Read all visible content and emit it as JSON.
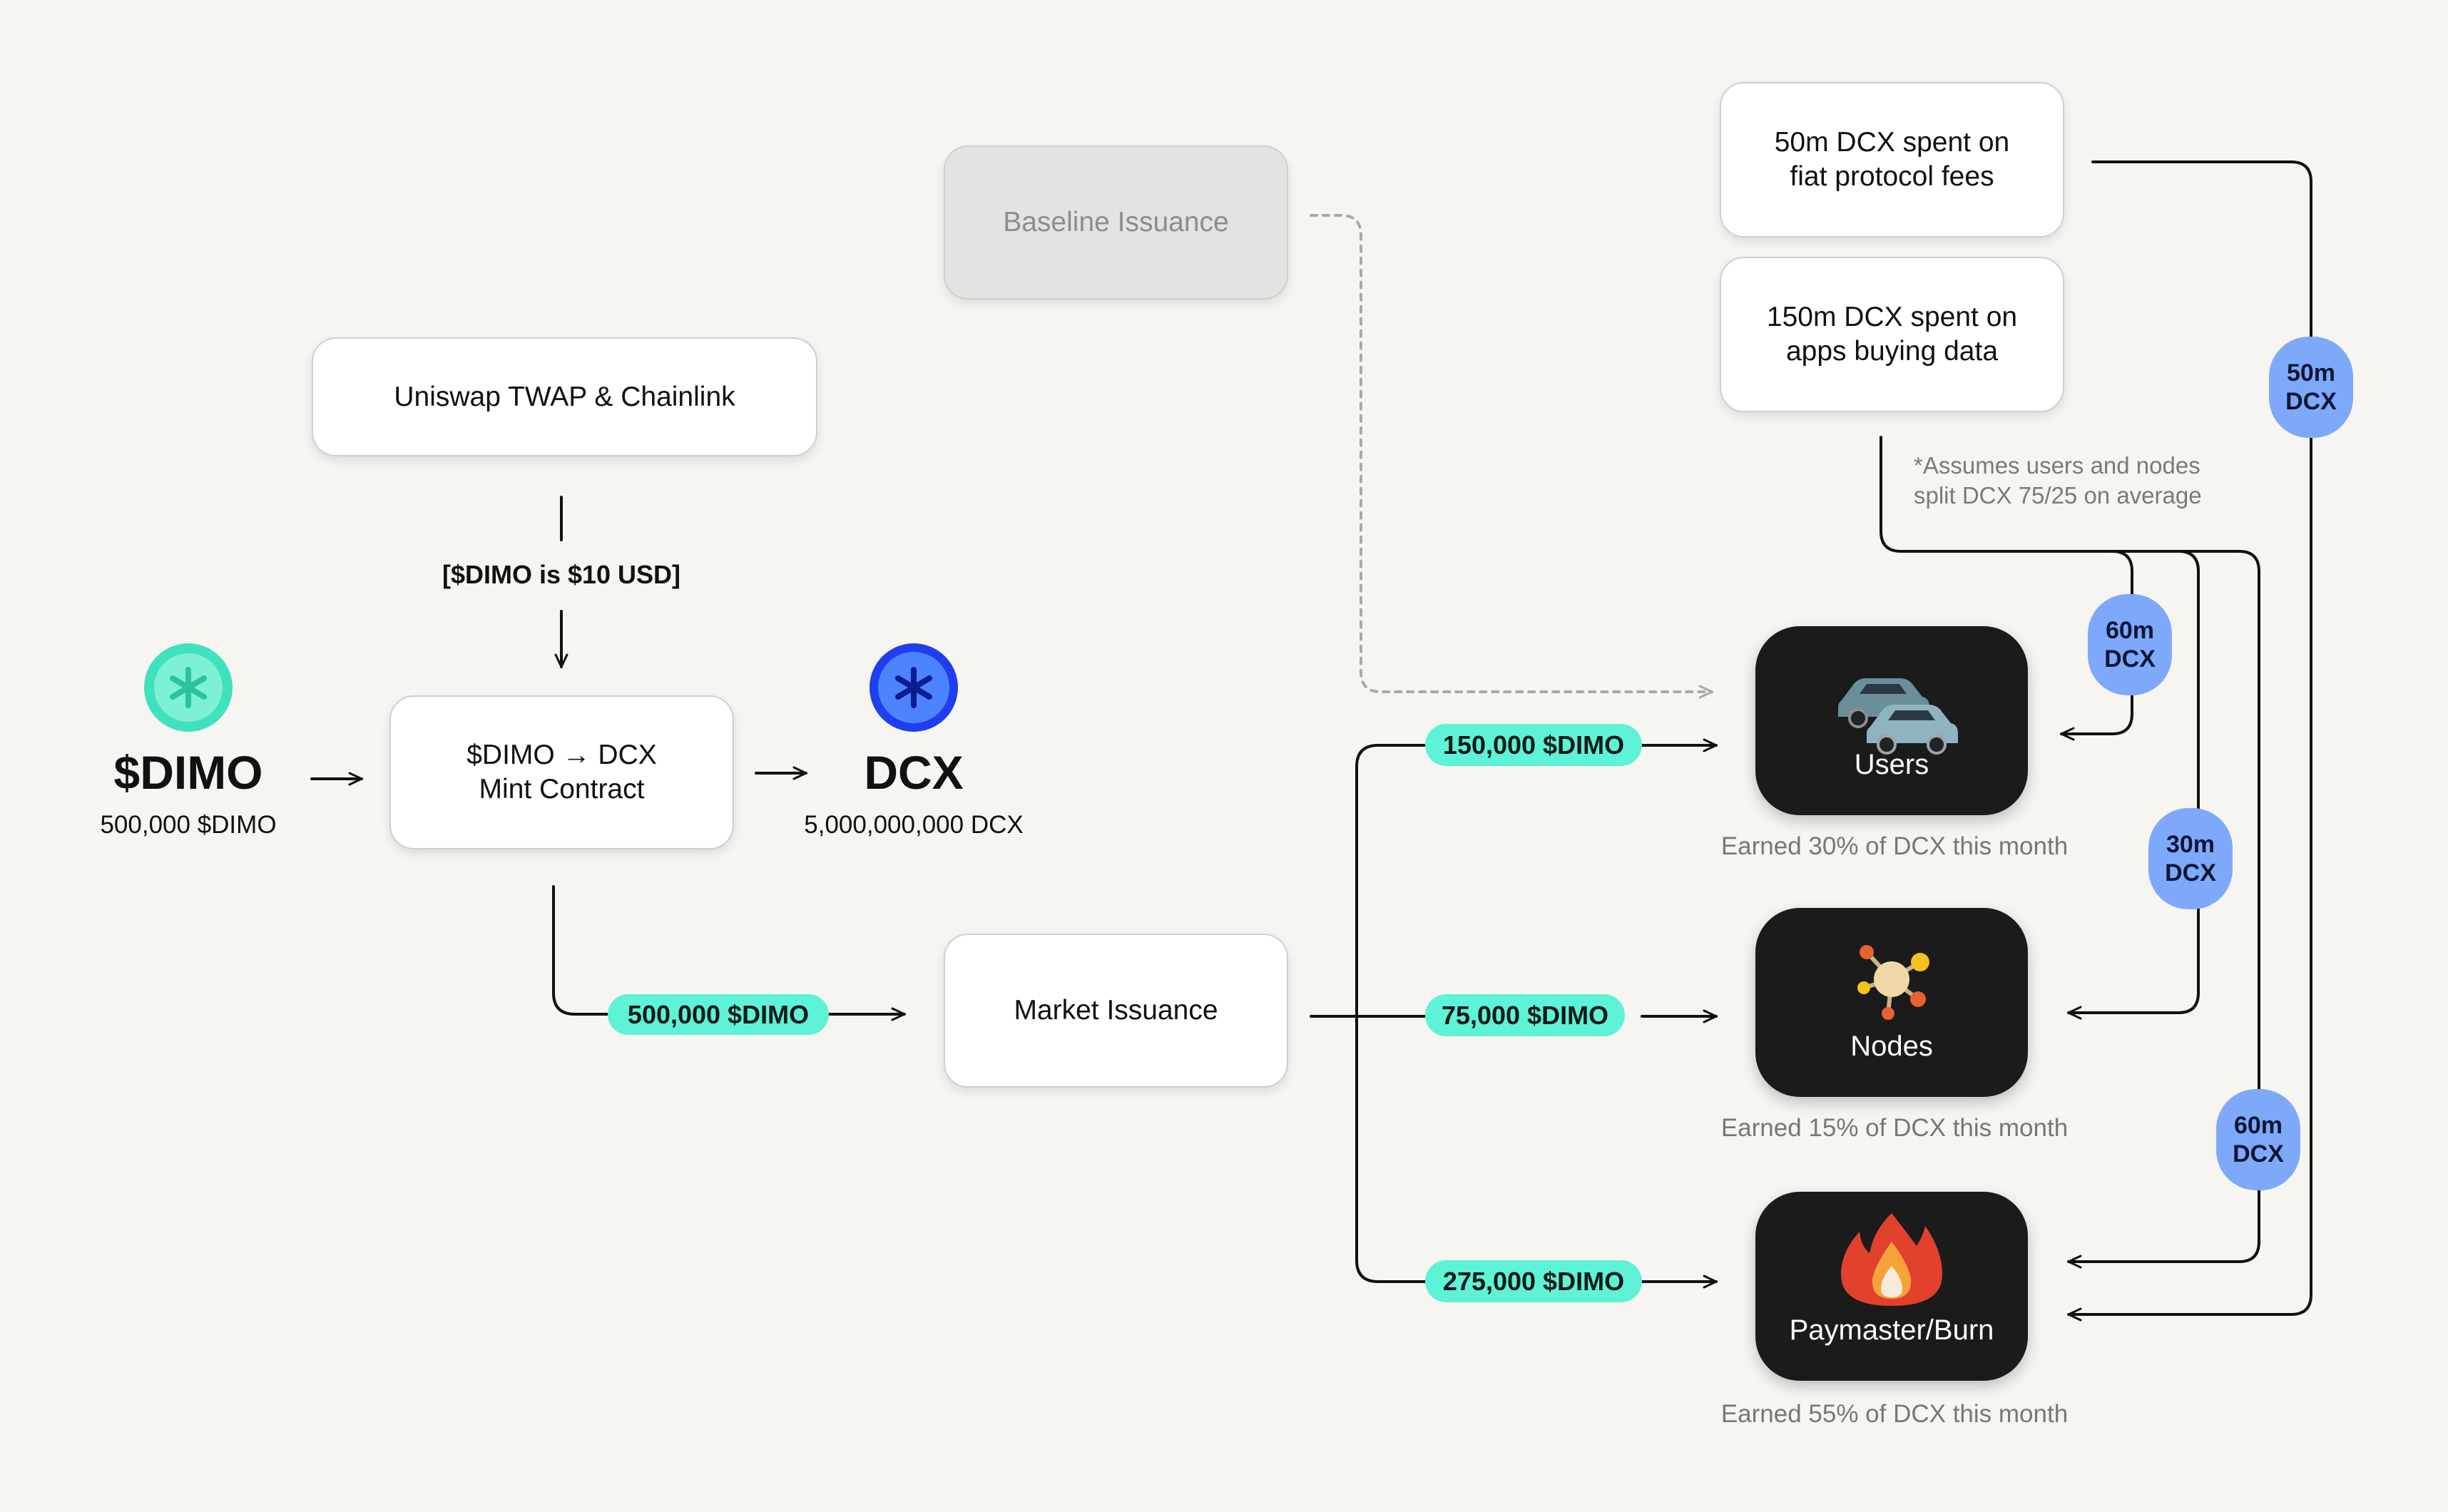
{
  "colors": {
    "background": "#f7f5f2",
    "pill_green": "#5ef2d6",
    "pill_blue": "#7ea9fb",
    "dimo_coin": "#3fe2bd",
    "dcx_coin": "#1d3ff0",
    "dark_card": "#1b1b1b"
  },
  "tokens": {
    "dimo": {
      "name": "$DIMO",
      "amount": "500,000 $DIMO",
      "icon": "dimo-coin-icon"
    },
    "dcx": {
      "name": "DCX",
      "amount": "5,000,000,000 DCX",
      "icon": "dcx-coin-icon"
    }
  },
  "oracle": {
    "label": "Uniswap TWAP & Chainlink"
  },
  "price_note": "[$DIMO is $10 USD]",
  "mint": {
    "label": "$DIMO → DCX\nMint Contract"
  },
  "baseline": {
    "label": "Baseline Issuance"
  },
  "market": {
    "label": "Market Issuance",
    "input_pill": "500,000 $DIMO"
  },
  "spend": {
    "fiat": "50m DCX spent on\nfiat protocol fees",
    "apps": "150m DCX spent on\napps buying data",
    "note": "*Assumes users and nodes\nsplit DCX 75/25 on average"
  },
  "flow_pills": {
    "fiat_to_burn": "50m\nDCX",
    "apps_to_users": "60m\nDCX",
    "apps_to_nodes": "30m\nDCX",
    "apps_to_burn": "60m\nDCX"
  },
  "recipients": [
    {
      "id": "users",
      "label": "Users",
      "pill": "150,000 $DIMO",
      "caption": "Earned 30% of DCX this month",
      "icon": "cars-icon"
    },
    {
      "id": "nodes",
      "label": "Nodes",
      "pill": "75,000 $DIMO",
      "caption": "Earned 15% of DCX this month",
      "icon": "network-nodes-icon"
    },
    {
      "id": "burn",
      "label": "Paymaster/Burn",
      "pill": "275,000 $DIMO",
      "caption": "Earned 55% of DCX this month",
      "icon": "fire-icon"
    }
  ]
}
